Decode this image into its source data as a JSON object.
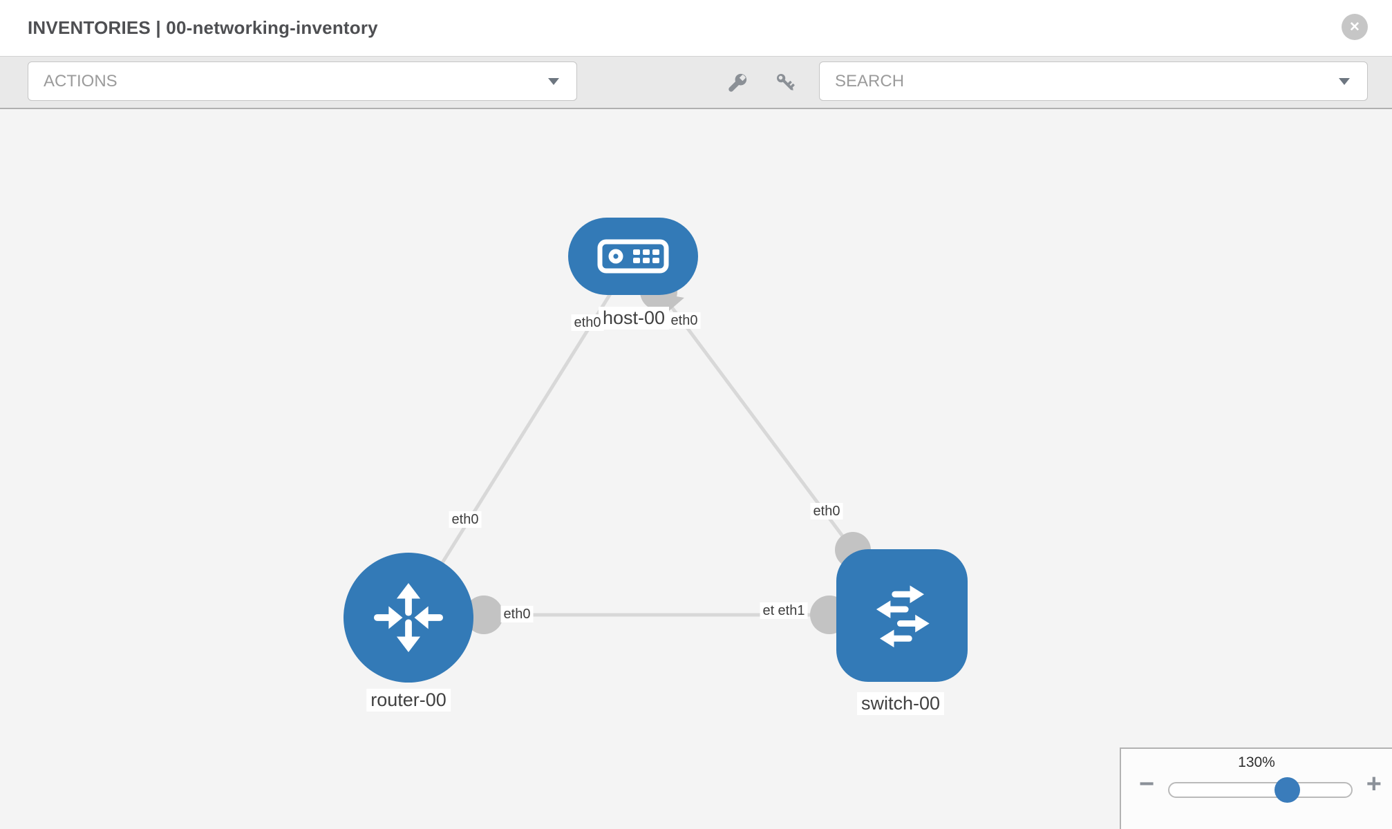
{
  "header": {
    "title": "INVENTORIES | 00-networking-inventory"
  },
  "toolbar": {
    "actions_label": "ACTIONS",
    "search_placeholder": "SEARCH",
    "icons": [
      "wrench-icon",
      "key-icon"
    ]
  },
  "icons": {
    "close": "✕",
    "chevron_down": "chevron-down",
    "wrench": "wrench",
    "key": "key"
  },
  "graph": {
    "nodes": [
      {
        "label": "host-00",
        "type": "host"
      },
      {
        "label": "router-00",
        "type": "router"
      },
      {
        "label": "switch-00",
        "type": "switch"
      }
    ],
    "links": [
      {
        "from": "host-00",
        "to": "router-00",
        "from_interface": "eth0",
        "to_interface": "eth0"
      },
      {
        "from": "host-00",
        "to": "switch-00",
        "from_interface": "eth0",
        "to_interface": "eth0"
      },
      {
        "from": "router-00",
        "to": "switch-00",
        "from_interface": "eth0",
        "to_interface": "eth1"
      }
    ],
    "interface_labels": [
      {
        "text": "eth0",
        "position": "host-bottom-left"
      },
      {
        "text": "eth0",
        "position": "host-bottom-right"
      },
      {
        "text": "eth0",
        "position": "link-host-router"
      },
      {
        "text": "eth0",
        "position": "link-host-switch"
      },
      {
        "text": "eth0",
        "position": "router-right"
      },
      {
        "text": "eth0",
        "position": "switch-left-under"
      },
      {
        "text": "eth1",
        "position": "switch-left"
      }
    ]
  },
  "zoom_control": {
    "percent": "130%",
    "minus": "−",
    "plus": "+",
    "value": 130
  },
  "colors": {
    "node_blue": "#337ab7",
    "link_gray": "#d8d8d8",
    "endpoint_gray": "#c3c3c3",
    "toolbar_bg": "#e9e9e9",
    "canvas_bg": "#f4f4f4",
    "chip_text": "#3d3d3d"
  }
}
